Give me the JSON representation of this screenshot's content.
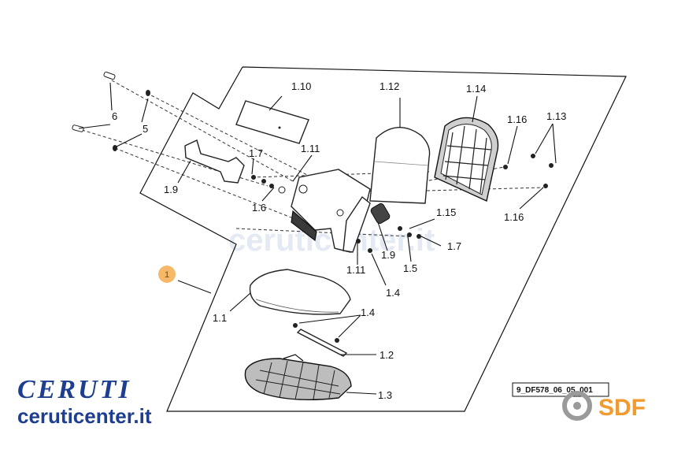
{
  "labels": {
    "p1_10": "1.10",
    "p1_12": "1.12",
    "p1_14": "1.14",
    "p1_16a": "1.16",
    "p1_13": "1.13",
    "p6": "6",
    "p5": "5",
    "p1_7a": "1.7",
    "p1_11a": "1.11",
    "p1_9a": "1.9",
    "p1_6": "1.6",
    "p1_15": "1.15",
    "p1_16b": "1.16",
    "p1_7b": "1.7",
    "p1_9b": "1.9",
    "p1_5": "1.5",
    "p1_11b": "1.11",
    "p1_4a": "1.4",
    "p1_1": "1.1",
    "p1_4b": "1.4",
    "p1_2": "1.2",
    "p1_3": "1.3"
  },
  "callout": {
    "number": "1",
    "color": "#f6b96a"
  },
  "drawing_code": "9_DF578_06_05_001",
  "brand": {
    "logo": "CERUTI",
    "url": "ceruticenter.it",
    "logo_color": "#1e3f8f"
  },
  "sdf": {
    "logo": "SDF",
    "color": "#f29a2e"
  },
  "watermark": {
    "text": "ceruticenter.it"
  }
}
